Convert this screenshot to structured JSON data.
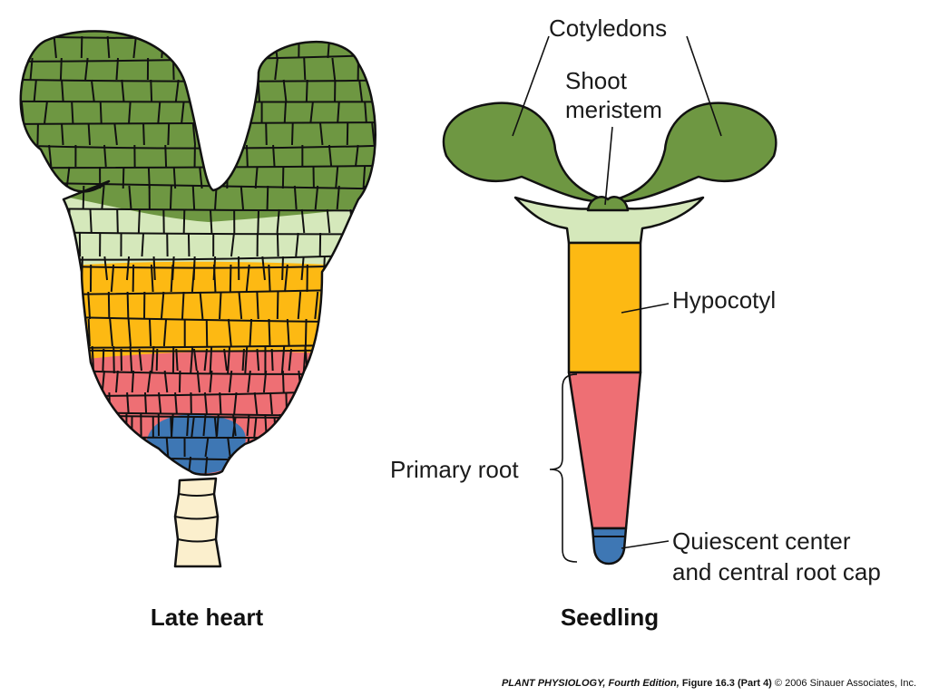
{
  "colors": {
    "cotyledon": "#6e9742",
    "upper_hypocotyl": "#d5e8bb",
    "hypocotyl": "#fdb913",
    "root": "#ee6f74",
    "quiescent_center": "#3e77b4",
    "suspensor": "#fbefcd",
    "outline": "#111111"
  },
  "panels": {
    "late_heart": {
      "title": "Late heart"
    },
    "seedling": {
      "title": "Seedling"
    }
  },
  "labels": {
    "cotyledons": "Cotyledons",
    "shoot_meristem_line1": "Shoot",
    "shoot_meristem_line2": "meristem",
    "hypocotyl": "Hypocotyl",
    "primary_root": "Primary root",
    "quiescent_line1": "Quiescent center",
    "quiescent_line2": "and central root cap"
  },
  "caption": {
    "book": "PLANT PHYSIOLOGY,",
    "edition": " Fourth Edition, ",
    "figure": "Figure 16.3 (Part 4)",
    "copyright": "  © 2006 Sinauer Associates, Inc."
  }
}
